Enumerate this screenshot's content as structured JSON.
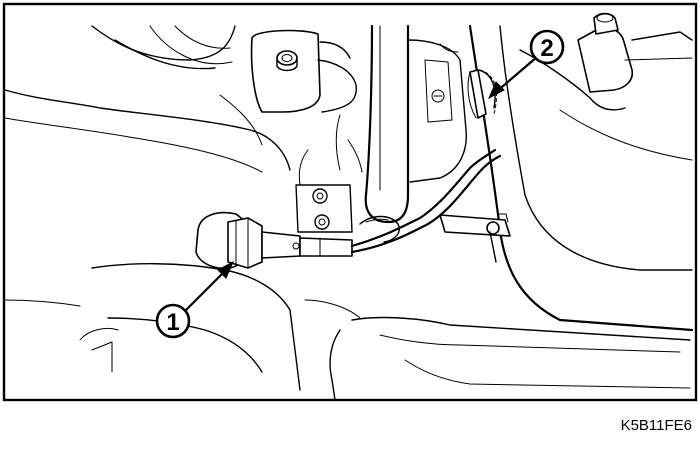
{
  "callouts": [
    {
      "label": "1"
    },
    {
      "label": "2"
    }
  ],
  "figure_code": "K5B11FE6",
  "colors": {
    "ink": "#000000",
    "paper": "#ffffff"
  }
}
